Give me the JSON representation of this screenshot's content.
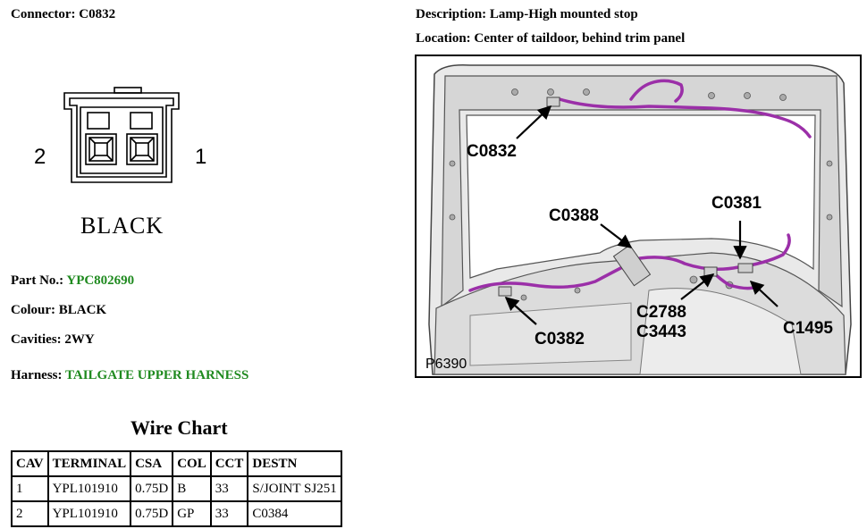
{
  "connector": {
    "label": "Connector:",
    "value": "C0832"
  },
  "description": {
    "label": "Description:",
    "value": "Lamp-High mounted stop"
  },
  "location": {
    "label": "Location:",
    "value": "Center of taildoor, behind trim panel"
  },
  "pins": {
    "left": "2",
    "right": "1"
  },
  "connector_colour_caption": "BLACK",
  "part_no": {
    "label": "Part No.:",
    "value": "YPC802690"
  },
  "colour": {
    "label": "Colour:",
    "value": "BLACK"
  },
  "cavities": {
    "label": "Cavities:",
    "value": "2WY"
  },
  "harness": {
    "label": "Harness:",
    "value": "TAILGATE UPPER HARNESS"
  },
  "wire_chart": {
    "title": "Wire Chart",
    "headers": [
      "CAV",
      "TERMINAL",
      "CSA",
      "COL",
      "CCT",
      "DESTN"
    ],
    "rows": [
      [
        "1",
        "YPL101910",
        "0.75D",
        "B",
        "33",
        "S/JOINT SJ251"
      ],
      [
        "2",
        "YPL101910",
        "0.75D",
        "GP",
        "33",
        "C0384"
      ]
    ]
  },
  "photo": {
    "ref": "P6390",
    "callouts": {
      "c0832": "C0832",
      "c0388": "C0388",
      "c0381": "C0381",
      "c2788": "C2788",
      "c3443": "C3443",
      "c1495": "C1495",
      "c0382": "C0382"
    },
    "harness_color": "#9b2fa8"
  },
  "colors": {
    "green_text": "#1f8a1f"
  }
}
